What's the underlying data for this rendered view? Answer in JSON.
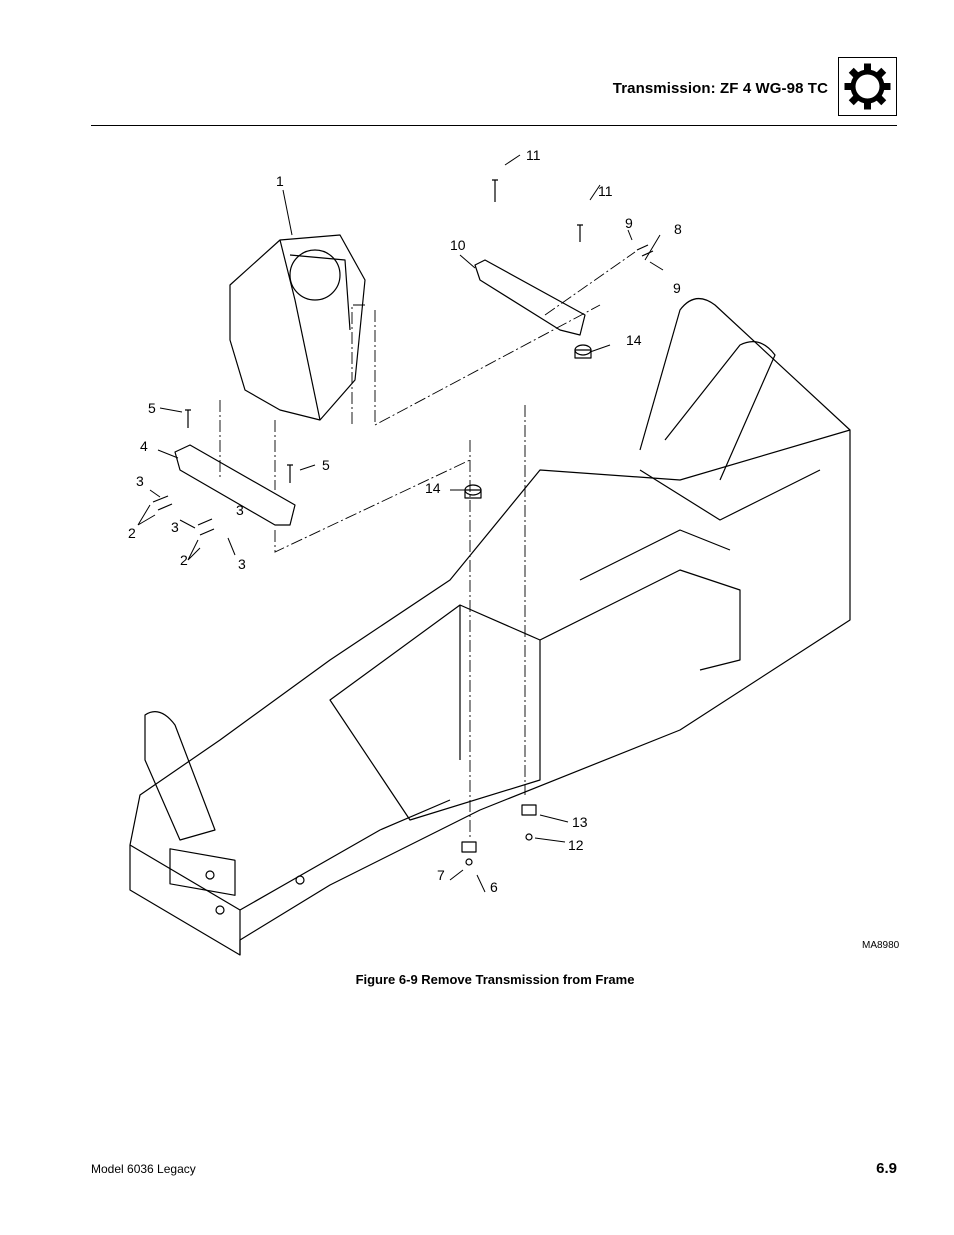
{
  "header": {
    "title": "Transmission: ZF 4 WG-98 TC",
    "icon": "gear-icon"
  },
  "figure": {
    "id": "MA8980",
    "caption": "Figure 6-9  Remove Transmission from Frame",
    "callouts": [
      "1",
      "2",
      "2",
      "3",
      "3",
      "3",
      "3",
      "4",
      "5",
      "5",
      "6",
      "7",
      "8",
      "9",
      "9",
      "10",
      "11",
      "11",
      "12",
      "13",
      "14",
      "14"
    ]
  },
  "footer": {
    "model": "Model  6036 Legacy",
    "page": "6.9"
  }
}
